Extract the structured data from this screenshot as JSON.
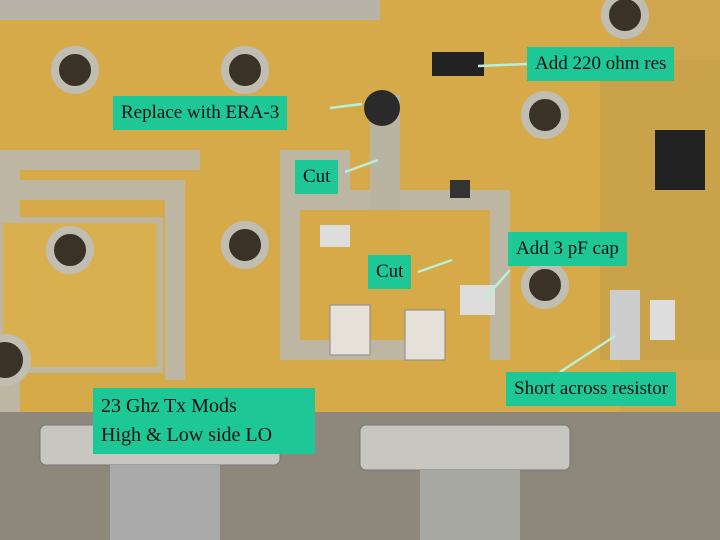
{
  "labels": {
    "add_res": "Add 220 ohm res",
    "replace": "Replace with ERA-3",
    "cut1": "Cut",
    "cut2": "Cut",
    "add_cap": "Add 3 pF cap",
    "short": "Short across resistor",
    "title_line1": "23 Ghz Tx Mods",
    "title_line2": "High & Low side LO"
  },
  "colors": {
    "label_bg": "#1ec896",
    "pcb_gold": "#d9ad4a",
    "arrow": "#b8f0d8"
  }
}
